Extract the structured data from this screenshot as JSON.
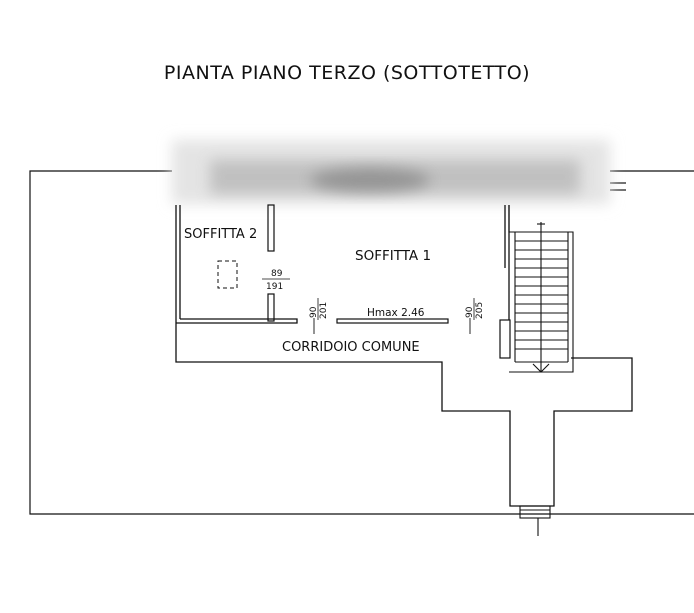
{
  "title": "PIANTA  PIANO  TERZO (SOTTOTETTO)",
  "rooms": {
    "soffitta_2": "SOFFITTA 2",
    "soffitta_1": "SOFFITTA 1",
    "corridoio": "CORRIDOIO COMUNE"
  },
  "dims": {
    "window_w": "89",
    "window_h": "191",
    "door1_w": "90",
    "door1_h": "201",
    "hmax": "Hmax 2.46",
    "door2_w": "90",
    "door2_h": "205"
  },
  "colors": {
    "line": "#111111",
    "blur": "#9a9a9a"
  }
}
